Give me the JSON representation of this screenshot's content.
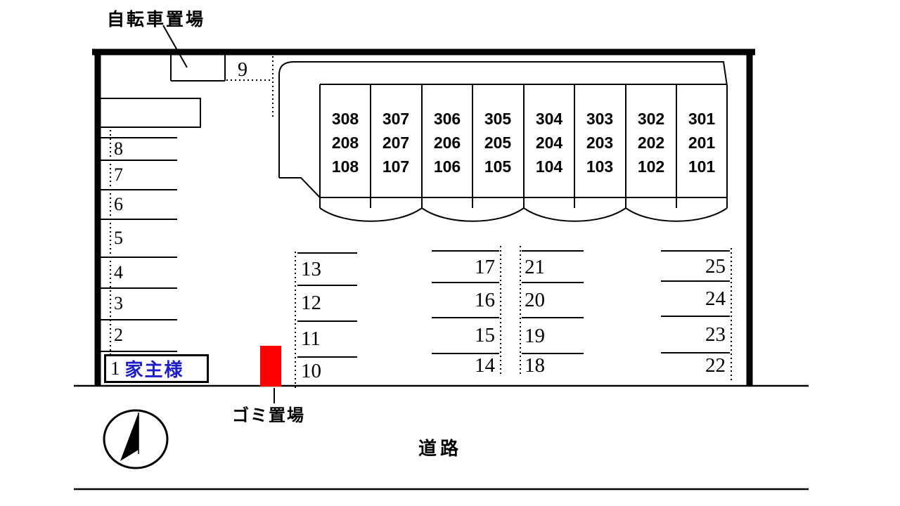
{
  "labels": {
    "bicycle_parking": "自転車置場",
    "garbage_area": "ゴミ置場",
    "road": "道路"
  },
  "building": {
    "columns": [
      {
        "units": [
          "308",
          "208",
          "108"
        ]
      },
      {
        "units": [
          "307",
          "207",
          "107"
        ]
      },
      {
        "units": [
          "306",
          "206",
          "106"
        ]
      },
      {
        "units": [
          "305",
          "205",
          "105"
        ]
      },
      {
        "units": [
          "304",
          "204",
          "104"
        ]
      },
      {
        "units": [
          "303",
          "203",
          "103"
        ]
      },
      {
        "units": [
          "302",
          "202",
          "102"
        ]
      },
      {
        "units": [
          "301",
          "201",
          "101"
        ]
      }
    ]
  },
  "parking": {
    "space_9": "9",
    "left_column": [
      "8",
      "7",
      "6",
      "5",
      "4",
      "3",
      "2"
    ],
    "owner_space": {
      "number": "1",
      "label": "家主様"
    },
    "group_a": [
      "13",
      "12",
      "11",
      "10"
    ],
    "group_b": [
      "17",
      "16",
      "15",
      "14"
    ],
    "group_c": [
      "21",
      "20",
      "19",
      "18"
    ],
    "group_d": [
      "25",
      "24",
      "23",
      "22"
    ]
  },
  "colors": {
    "garbage_red": "#ff0000",
    "owner_blue": "#1d1dcd",
    "line_black": "#000000"
  }
}
